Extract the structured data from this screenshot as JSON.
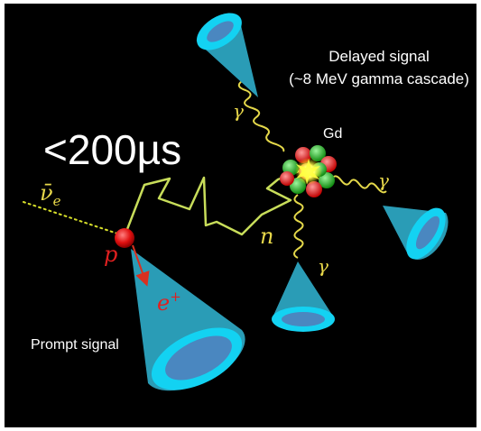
{
  "labels": {
    "delayed_line1": "Delayed signal",
    "delayed_line2": "(~8 MeV gamma cascade)",
    "time": "<200µs",
    "gd": "Gd",
    "prompt": "Prompt signal",
    "antineutrino": "ν̄",
    "antineutrino_sub": "e",
    "proton": "p",
    "positron": "e",
    "positron_sup": "+",
    "neutron": "n",
    "gamma": "γ"
  },
  "colors": {
    "background": "#000000",
    "frame": "#ffffff",
    "cone_fill": "#2a9cb6",
    "cone_rim": "#13d2f2",
    "cone_inner": "#4a87c0",
    "neutron_path": "#c8dd5a",
    "gamma_wave": "#e4d84a",
    "proton": "#e01010",
    "positron_arrow": "#d93020",
    "text_red": "#e02020",
    "text_yellow": "#e8d84a",
    "neutrino_dots": "#d7df2a"
  }
}
